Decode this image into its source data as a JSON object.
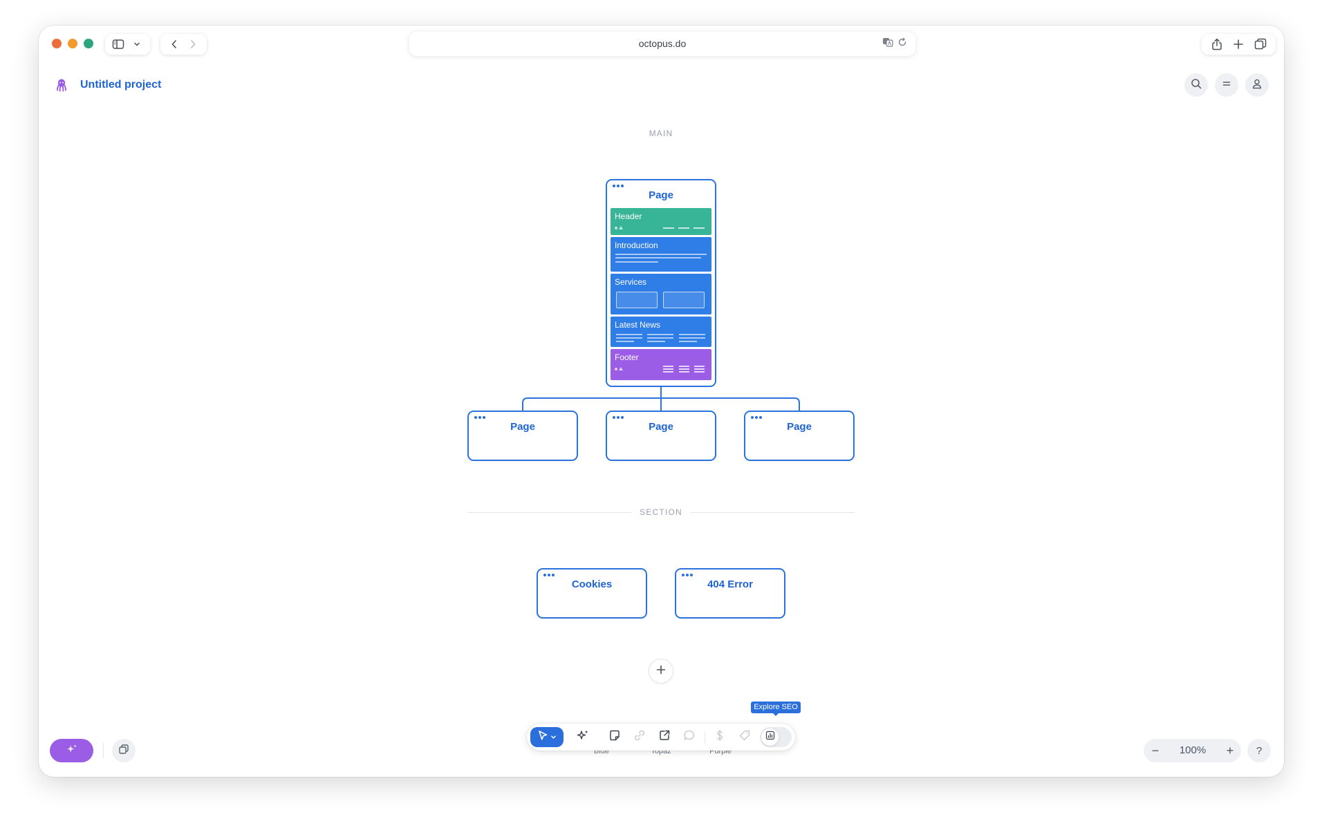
{
  "browser": {
    "url": "octopus.do",
    "icons": [
      "sidebar-icon",
      "chevron-down-icon",
      "chevron-left-icon",
      "chevron-right-icon",
      "translate-icon",
      "reload-icon",
      "share-icon",
      "plus-icon",
      "tabs-icon"
    ]
  },
  "app": {
    "project_title": "Untitled project",
    "logo_icon": "octopus-icon",
    "header_actions": [
      "search-icon",
      "menu-icon",
      "user-icon"
    ]
  },
  "sitemap": {
    "main_label": "MAIN",
    "root_page": {
      "title": "Page",
      "blocks": [
        {
          "label": "Header",
          "color": "#38b597"
        },
        {
          "label": "Introduction",
          "color": "#2f7de6"
        },
        {
          "label": "Services",
          "color": "#2f7de6"
        },
        {
          "label": "Latest News",
          "color": "#2f7de6"
        },
        {
          "label": "Footer",
          "color": "#9b5de5"
        }
      ]
    },
    "child_pages": [
      {
        "title": "Page"
      },
      {
        "title": "Page"
      },
      {
        "title": "Page"
      }
    ],
    "section_label": "SECTION",
    "section_pages": [
      {
        "title": "Cookies"
      },
      {
        "title": "404 Error"
      }
    ]
  },
  "toolbar": {
    "tools": [
      "pointer-icon",
      "sparkles-icon",
      "sticky-note-icon",
      "link-icon",
      "external-edit-icon",
      "comment-icon",
      "dollar-icon",
      "tag-icon",
      "seo-chart-icon"
    ],
    "tooltip": "Explore SEO",
    "color_labels": [
      "Blue",
      "Topaz",
      "Purple"
    ]
  },
  "zoom": {
    "minus": "−",
    "level": "100%",
    "plus": "+"
  },
  "help": {
    "label": "?"
  },
  "colors": {
    "accent": "#2a6fdb",
    "card_border": "#2a72de",
    "ai_button": "#9b5de5"
  }
}
